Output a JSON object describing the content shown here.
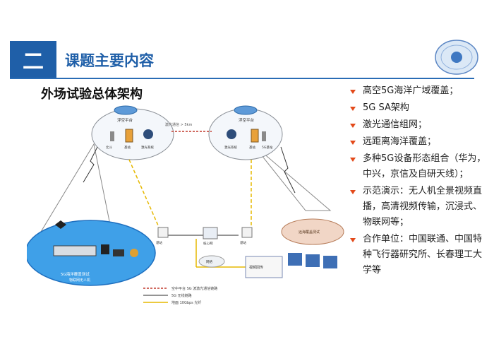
{
  "header": {
    "section_number": "二",
    "section_title": "课题主要内容"
  },
  "slide": {
    "heading": "外场试验总体架构"
  },
  "diagram": {
    "airship_left": "浮空平台",
    "airship_right": "浮空平台",
    "link_label": "激光通信 > 5km",
    "node_left_a": "北斗",
    "node_left_b": "基站",
    "node_left_c": "激光系统",
    "node_right_a": "激光系统",
    "node_right_b": "基站",
    "node_right_c": "5G基站",
    "core_left": "基站",
    "core_center": "核心网",
    "core_right": "基站",
    "right_zone": "远海覆盖测试",
    "left_zone_title": "5G海洋覆盖测试",
    "left_zone_sub": "物联网无人机",
    "cloud_center": "网络",
    "ground_box": "视频回传",
    "legend": [
      {
        "label": "空中平台 SG 波激光通信链路",
        "color": "#c0392b"
      },
      {
        "label": "5G 无线链路",
        "color": "#555555"
      },
      {
        "label": "地面 10Gbps 光纤",
        "color": "#e6b800"
      }
    ]
  },
  "bullets": [
    "高空5G海洋广域覆盖；",
    "5G SA架构",
    "激光通信组网；",
    "远距离海洋覆盖；",
    "多种5G设备形态组合（华为，中兴，京信及自研天线）；",
    "示范演示：无人机全景视频直播，高清视频传输，沉浸式、物联网等；",
    "合作单位：中国联通、中国特种飞行器研究所、长春理工大学等"
  ],
  "colors": {
    "brand_blue": "#1f5fa8",
    "bullet_marker": "#e34a1a"
  }
}
